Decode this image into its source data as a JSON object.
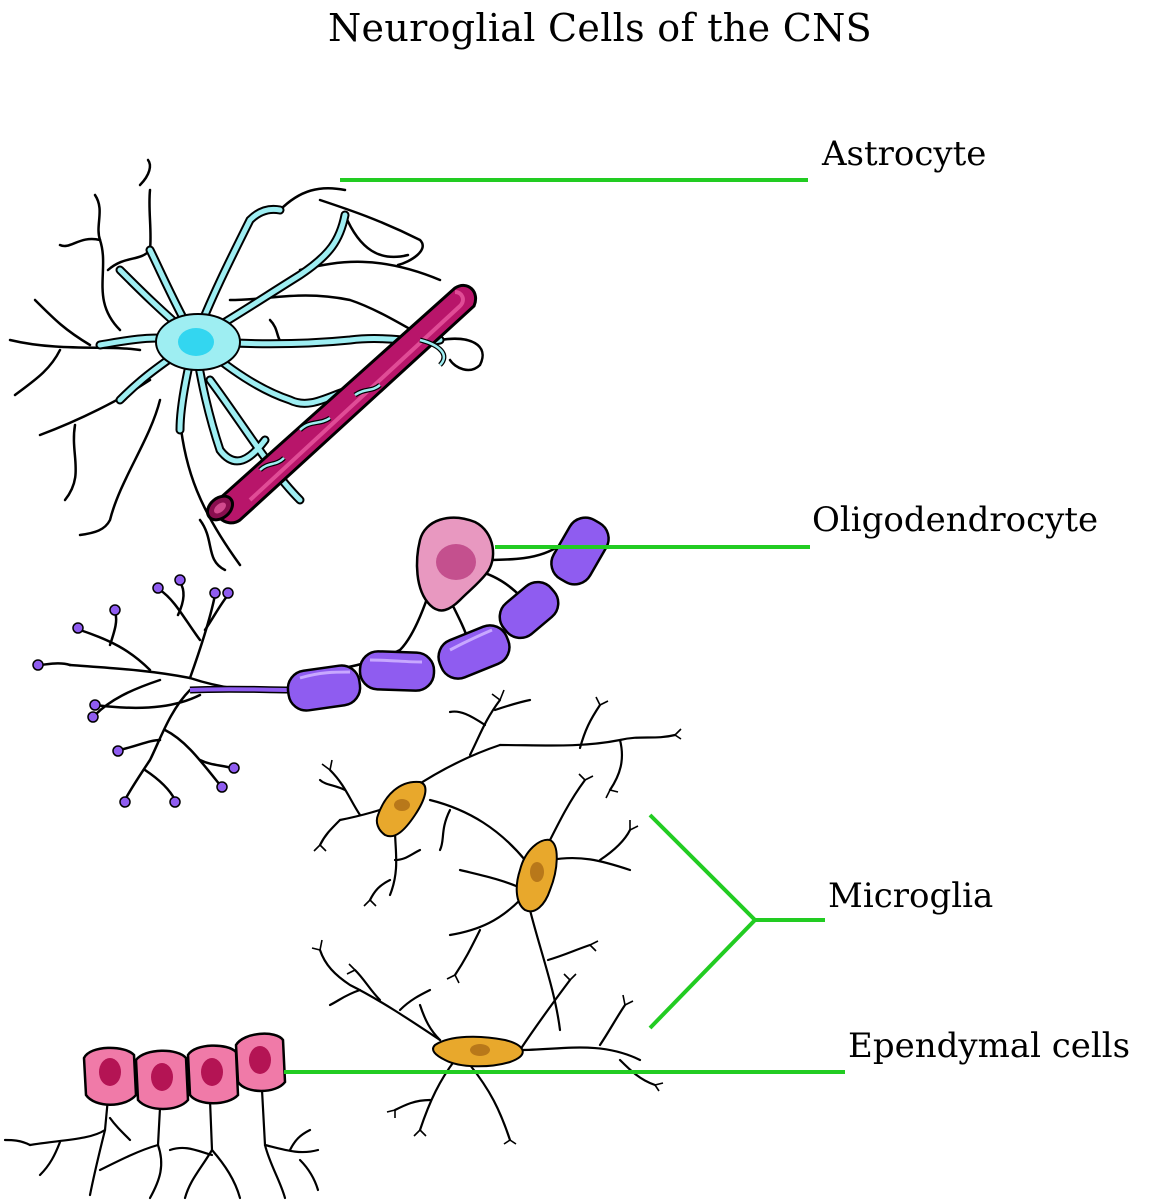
{
  "title": "Neuroglial Cells of the CNS",
  "labels": {
    "astrocyte": "Astrocyte",
    "oligodendrocyte": "Oligodendrocyte",
    "microglia": "Microglia",
    "ependymal": "Ependymal cells"
  },
  "colors": {
    "leader_line": "#22cc22",
    "astrocyte": "#9eeef2",
    "astrocyte_nucleus": "#33d6f0",
    "capillary": "#b8156a",
    "oligodendrocyte": "#e898c0",
    "oligodendrocyte_nucleus": "#c4508e",
    "myelin": "#8f5cf0",
    "microglia": "#e8a82c",
    "ependymal": "#f07aa8",
    "ependymal_nucleus": "#b41454",
    "outline": "#000000"
  }
}
